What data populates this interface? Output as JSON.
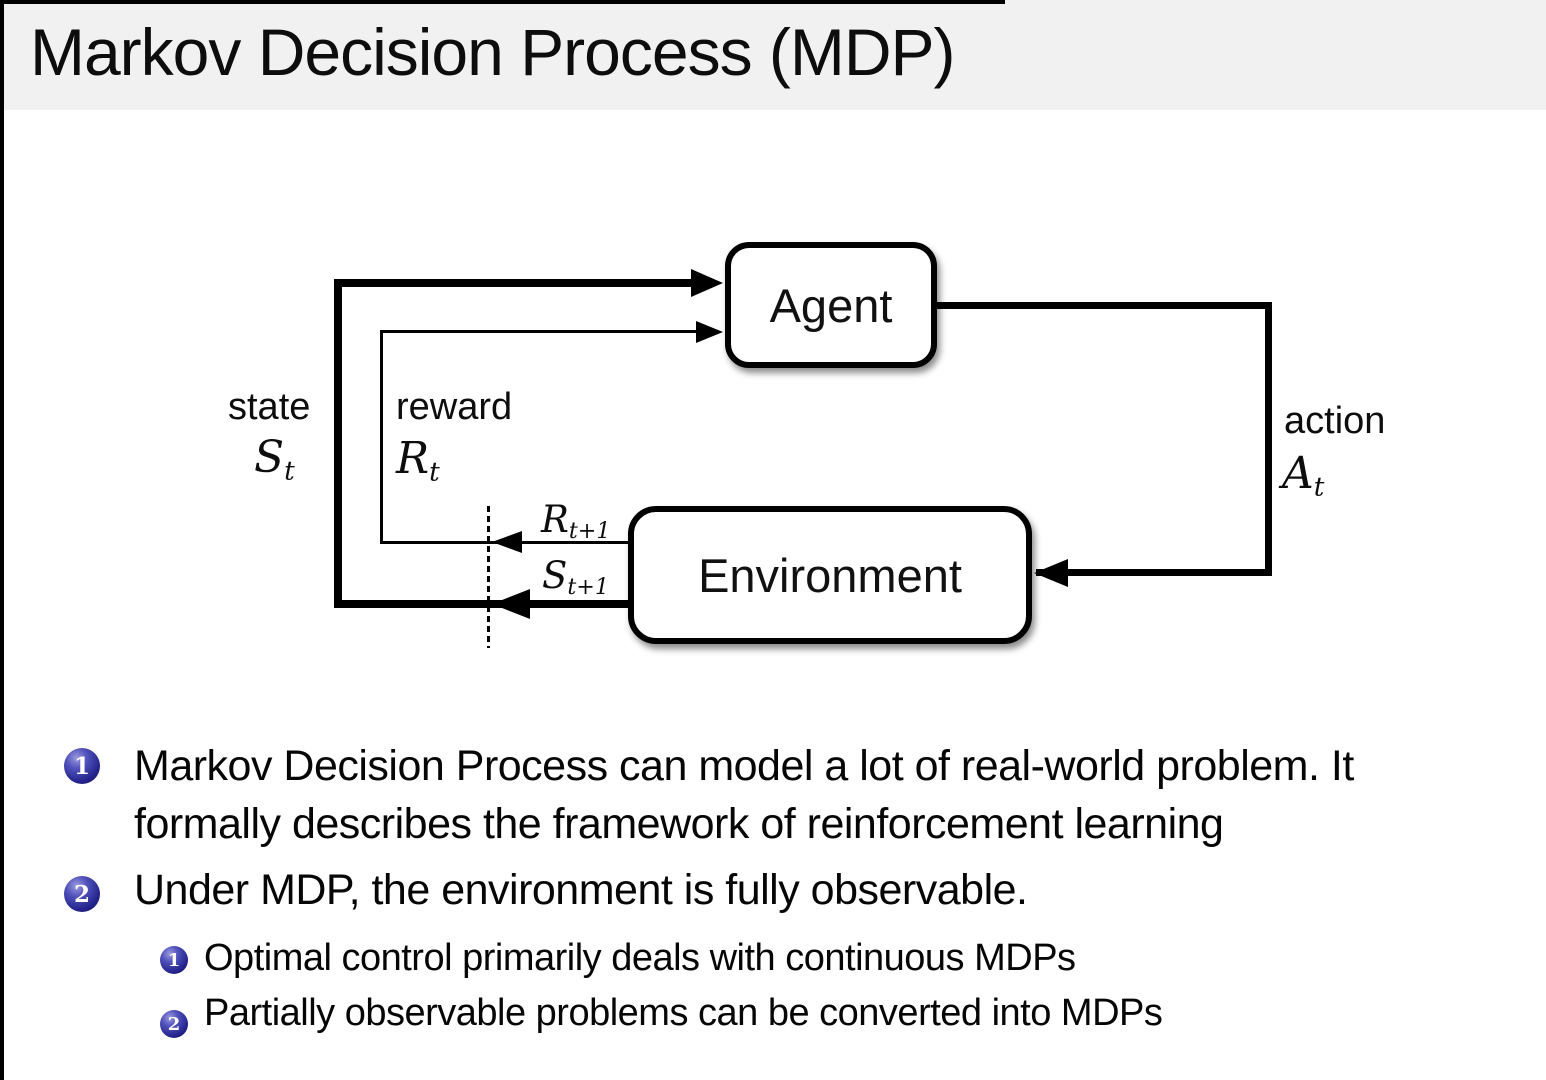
{
  "slide": {
    "title": "Markov Decision Process (MDP)"
  },
  "diagram": {
    "agent_label": "Agent",
    "environment_label": "Environment",
    "state_label": "state",
    "state_symbol": "S",
    "state_sub": "t",
    "reward_label": "reward",
    "reward_symbol": "R",
    "reward_sub": "t",
    "action_label": "action",
    "action_symbol": "A",
    "action_sub": "t",
    "next_reward_symbol": "R",
    "next_reward_sub": "t+1",
    "next_state_symbol": "S",
    "next_state_sub": "t+1"
  },
  "bullets": {
    "item1_num": "1",
    "item1_line1": "Markov Decision Process can model a lot of real-world problem. It",
    "item1_line2": "formally describes the framework of reinforcement learning",
    "item2_num": "2",
    "item2_text": "Under MDP, the environment is fully observable.",
    "sub1_num": "1",
    "sub1_text": "Optimal control primarily deals with continuous MDPs",
    "sub2_num": "2",
    "sub2_text": "Partially observable problems can be converted into MDPs"
  },
  "colors": {
    "title_bar_bg": "#f1f1f1",
    "badge_blue": "#22228a",
    "line_black": "#000000"
  }
}
